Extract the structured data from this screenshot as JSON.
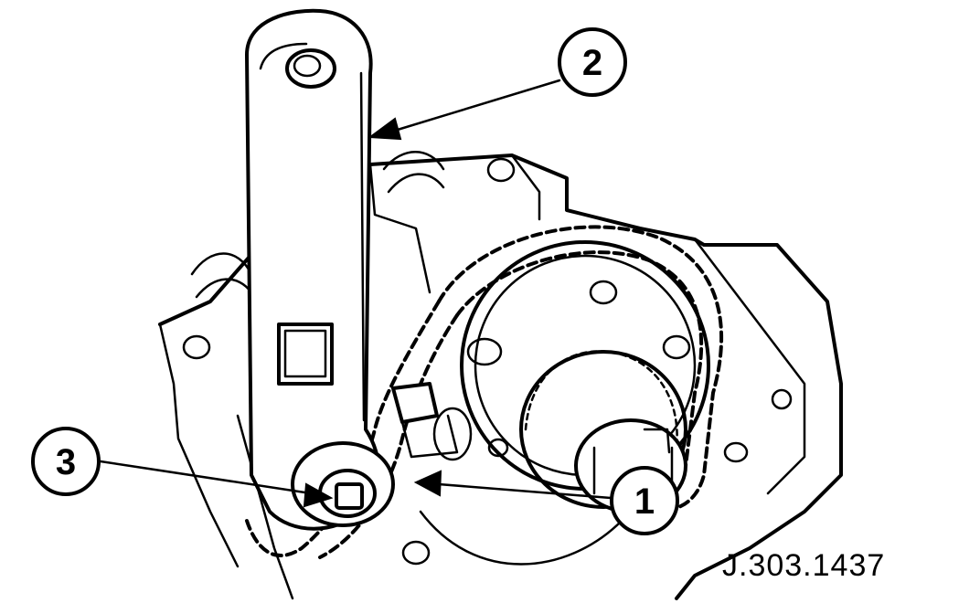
{
  "callouts": [
    {
      "id": "1",
      "label": "1"
    },
    {
      "id": "2",
      "label": "2"
    },
    {
      "id": "3",
      "label": "3"
    }
  ],
  "reference_code": "J.303.1437",
  "colors": {
    "ink": "#000000",
    "paper": "#ffffff"
  }
}
